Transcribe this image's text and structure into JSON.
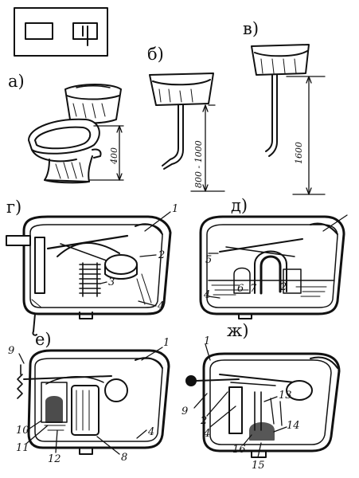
{
  "panels": {
    "a": "а)",
    "b": "б)",
    "v": "в)",
    "g": "г)",
    "d": "д)",
    "e": "е)",
    "zh": "ж)"
  },
  "dimensions": {
    "a_height": "400",
    "b_height": "800 - 1000",
    "v_height": "1600"
  },
  "callouts": {
    "g_1": "1",
    "g_2": "2",
    "g_3": "3",
    "g_4": "4",
    "d_5": "5",
    "d_4": "4",
    "d_6": "6",
    "d_7": "7",
    "d_2": "2",
    "e_1": "1",
    "e_9": "9",
    "e_10": "10",
    "e_11": "11",
    "e_12": "12",
    "e_4": "4",
    "e_8": "8",
    "zh_1": "1",
    "zh_9": "9",
    "zh_2": "2",
    "zh_4": "4",
    "zh_13": "13",
    "zh_16": "16",
    "zh_14": "14",
    "zh_15": "15"
  }
}
